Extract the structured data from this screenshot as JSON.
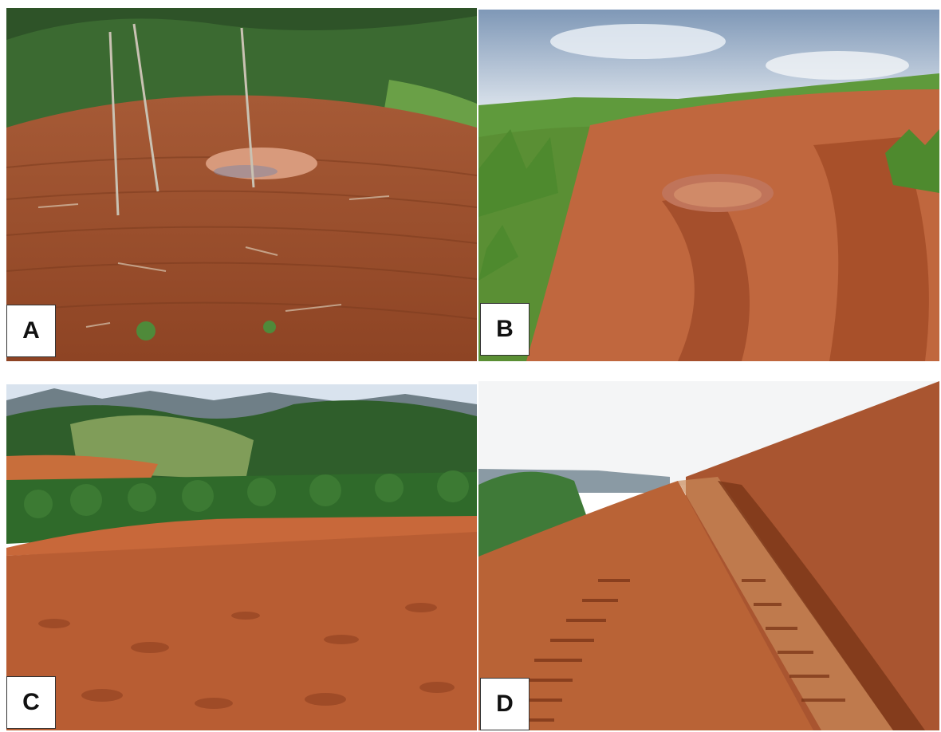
{
  "figure": {
    "panels": [
      {
        "label": "A",
        "scene": "cleared-hillside-with-muddy-pond"
      },
      {
        "label": "B",
        "scene": "gully-with-water-pit-and-grass"
      },
      {
        "label": "C",
        "scene": "plowed-red-soil-with-forested-hills"
      },
      {
        "label": "D",
        "scene": "terraced-slope-with-tire-tracks"
      }
    ]
  },
  "colors": {
    "red_soil": "#b5562e",
    "dark_soil": "#8a3b1c",
    "forest": "#2f5a28",
    "grass": "#5f9a3c",
    "sky": "#cfd9e6",
    "muddy_water": "#d89a7c"
  }
}
